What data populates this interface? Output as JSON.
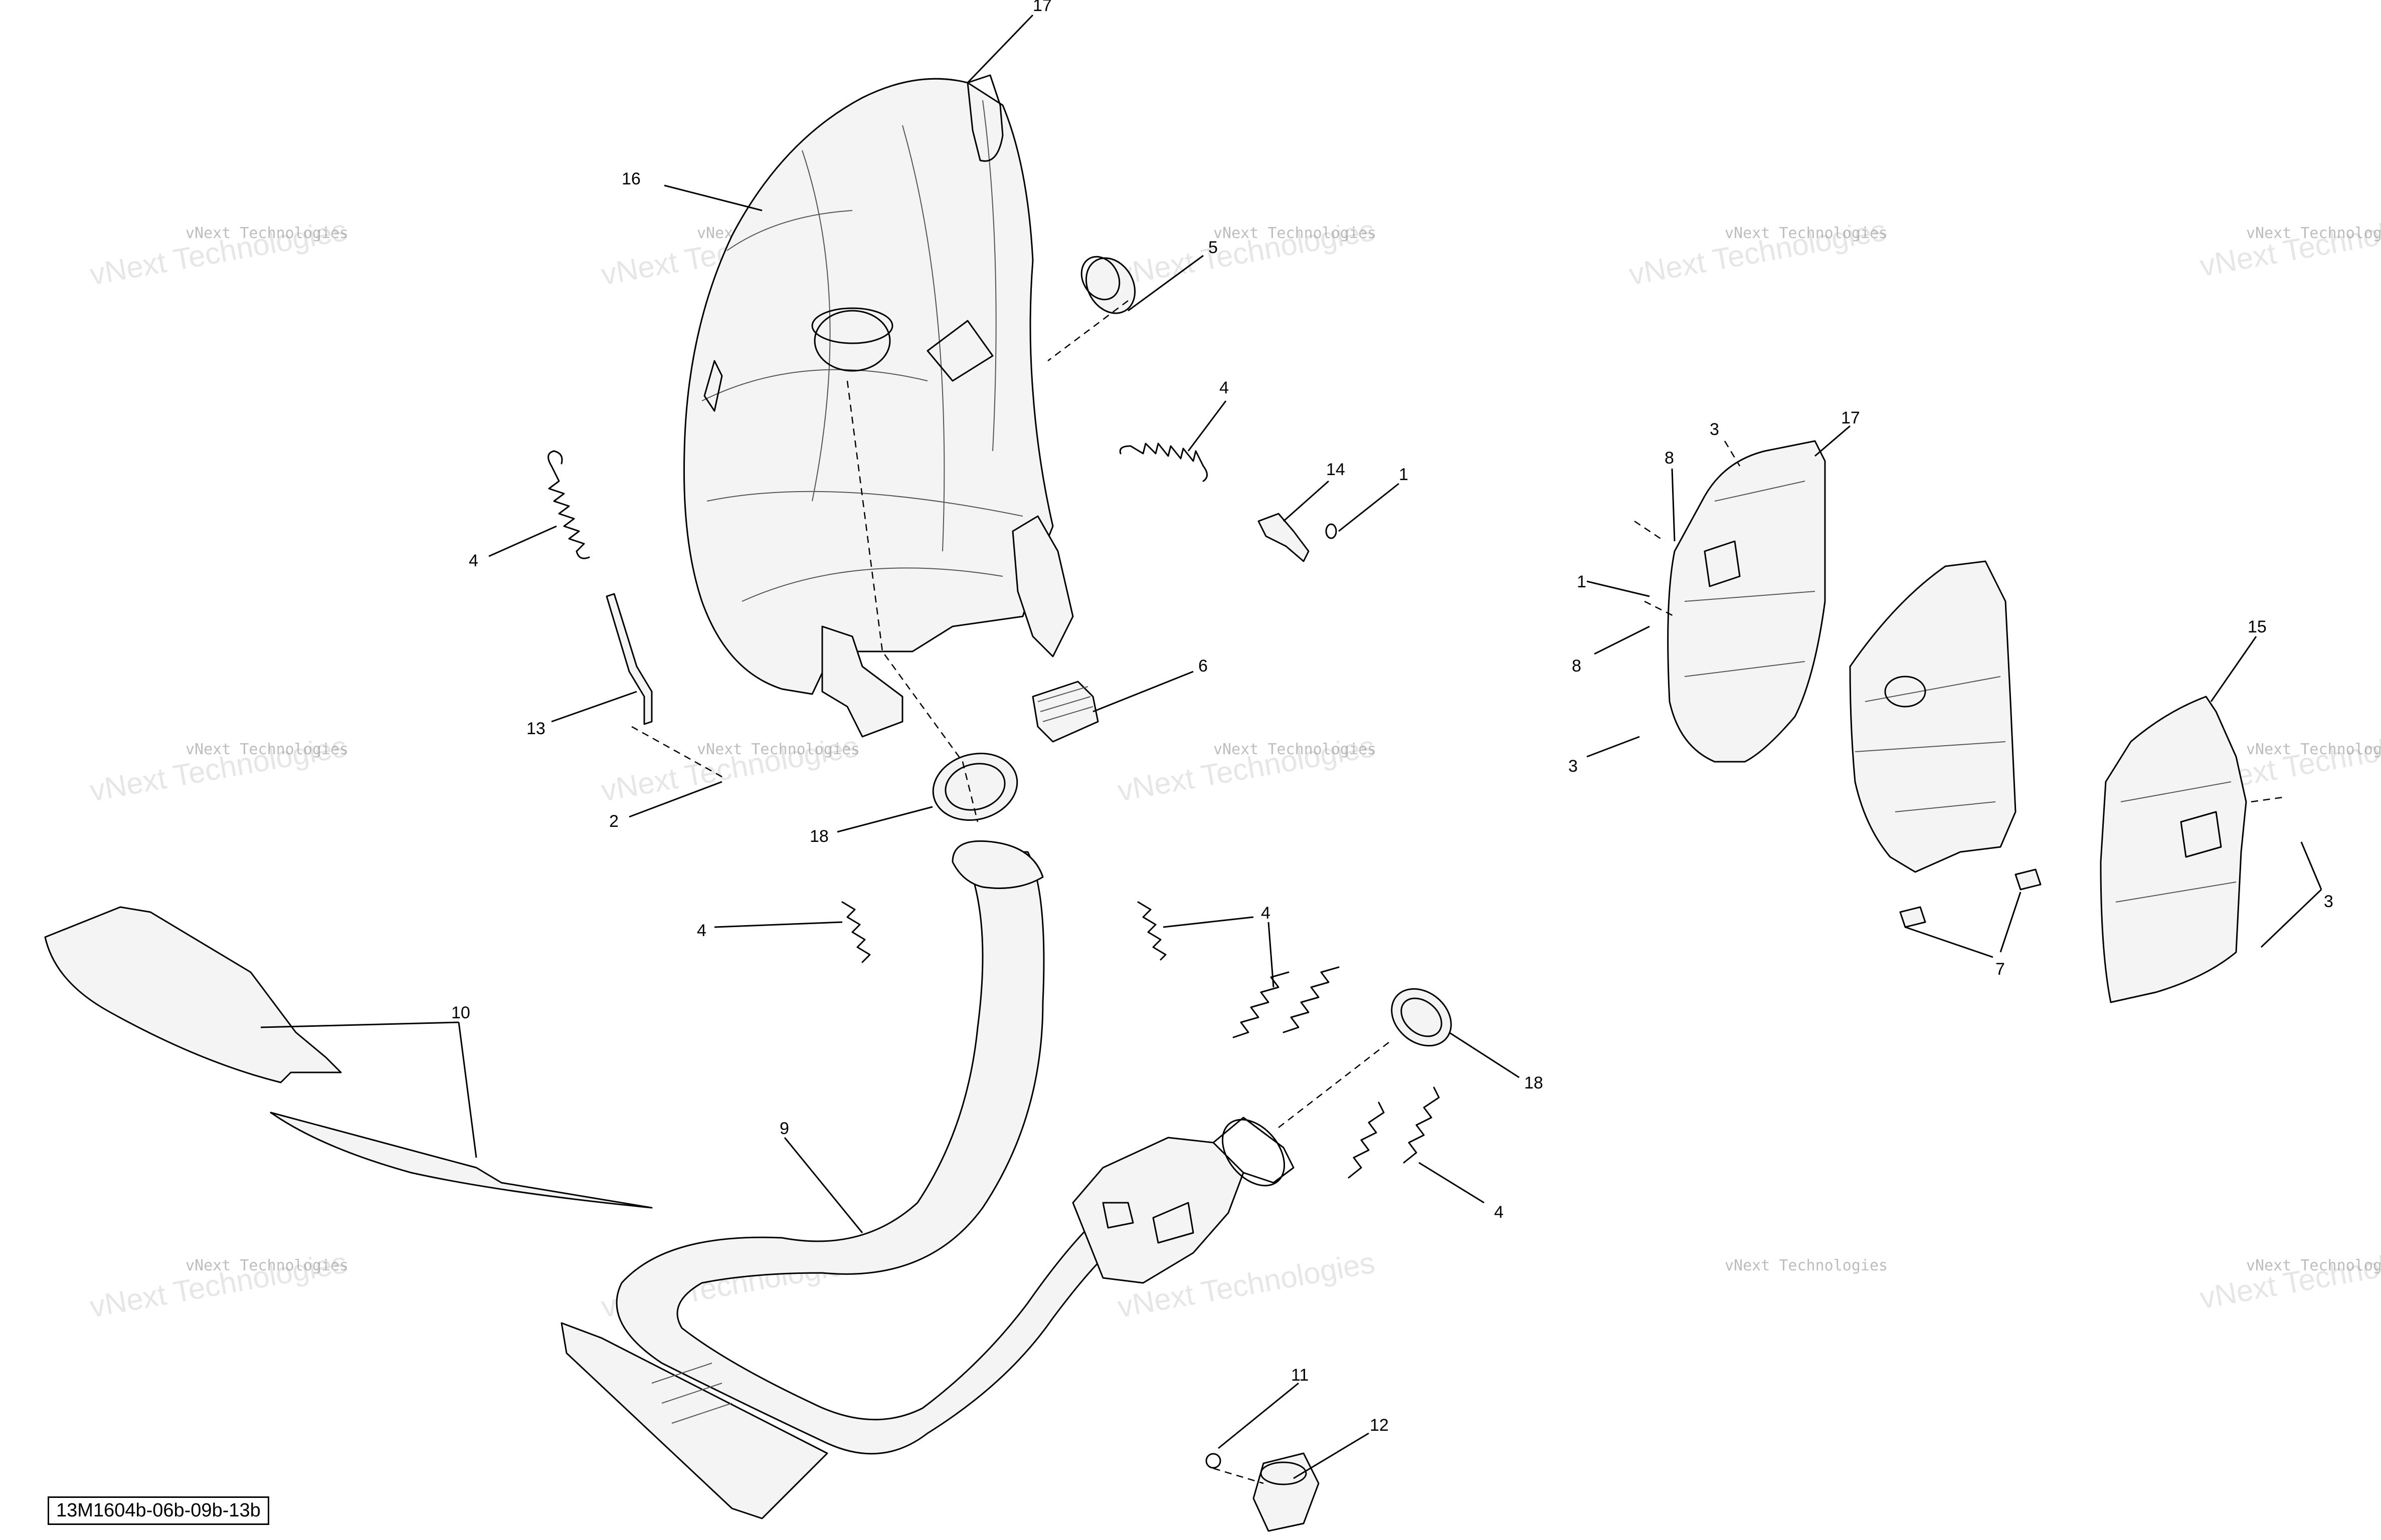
{
  "diagram": {
    "code": "13M1604b-06b-09b-13b",
    "watermark_line1": "vNext Technologies",
    "watermark_line2": "vNext Technologies"
  },
  "callouts": [
    {
      "id": "c17a",
      "text": "17"
    },
    {
      "id": "c16",
      "text": "16"
    },
    {
      "id": "c5",
      "text": "5"
    },
    {
      "id": "c4a",
      "text": "4"
    },
    {
      "id": "c14",
      "text": "14"
    },
    {
      "id": "c1a",
      "text": "1"
    },
    {
      "id": "c4b",
      "text": "4"
    },
    {
      "id": "c13",
      "text": "13"
    },
    {
      "id": "c6",
      "text": "6"
    },
    {
      "id": "c2",
      "text": "2"
    },
    {
      "id": "c18a",
      "text": "18"
    },
    {
      "id": "c4c",
      "text": "4"
    },
    {
      "id": "c4d",
      "text": "4"
    },
    {
      "id": "c10",
      "text": "10"
    },
    {
      "id": "c18b",
      "text": "18"
    },
    {
      "id": "c9",
      "text": "9"
    },
    {
      "id": "c4e",
      "text": "4"
    },
    {
      "id": "c11",
      "text": "11"
    },
    {
      "id": "c12",
      "text": "12"
    },
    {
      "id": "c3a",
      "text": "3"
    },
    {
      "id": "c17b",
      "text": "17"
    },
    {
      "id": "c8a",
      "text": "8"
    },
    {
      "id": "c1b",
      "text": "1"
    },
    {
      "id": "c8b",
      "text": "8"
    },
    {
      "id": "c3b",
      "text": "3"
    },
    {
      "id": "c15",
      "text": "15"
    },
    {
      "id": "c3c",
      "text": "3"
    },
    {
      "id": "c7",
      "text": "7"
    }
  ]
}
